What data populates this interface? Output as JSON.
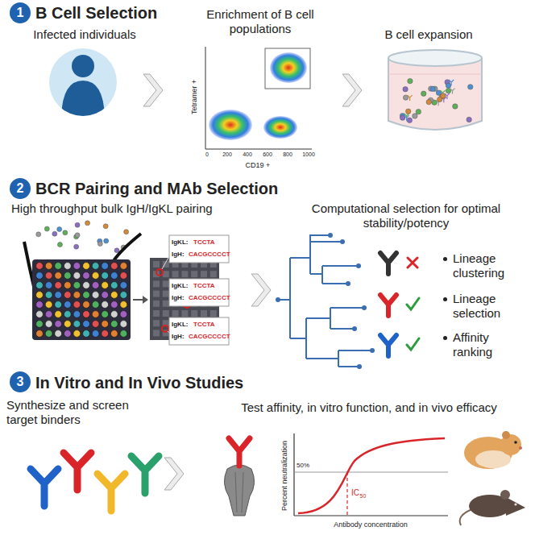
{
  "diagram": {
    "nodes": [
      {
        "text": [
          "1"
        ]
      },
      {
        "text": [
          "2"
        ]
      },
      {
        "text": [
          "3"
        ]
      }
    ],
    "labels": [
      "B Cell Selection",
      "BCR Pairing and MAb Selection",
      "In Vitro and In Vivo Studies",
      "Infected individuals",
      "Enrichment of B cell populations",
      "B cell expansion",
      "Tetramer +",
      "CD19 +",
      "0",
      "200",
      "400",
      "600",
      "800",
      "1000",
      "High throughput bulk IgH/IgKL pairing",
      "Computational selection for optimal stability/potency",
      "Lineage clustering",
      "Lineage selection",
      "Affinity ranking",
      "IgKL:",
      "TCCTA",
      "IgH:",
      "CACGCCCCT",
      "IgKL:",
      "TCCTA",
      "IgH:",
      "CACGCCCCT",
      "IgKL:",
      "TCCTA",
      "IgH:",
      "CACGCCCCT",
      "Synthesize and screen target binders",
      "Test affinity, in vitro function, and in vivo efficacy",
      "Percent neutralization",
      "Antibody concentration",
      "50%",
      "IC",
      "50"
    ]
  }
}
